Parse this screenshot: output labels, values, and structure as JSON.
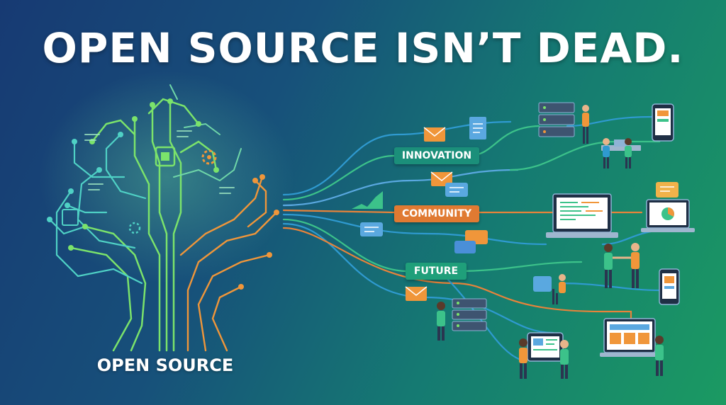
{
  "headline": "OPEN SOURCE ISN’T DEAD.",
  "tree_label": "OPEN SOURCE",
  "tags": {
    "innovation": "INNOVATION",
    "community": "COMMUNITY",
    "future": "FUTURE"
  },
  "icons": [
    "circuit-tree-icon",
    "chip-icon",
    "gear-icon",
    "server-rack-icon",
    "smartphone-icon",
    "laptop-icon",
    "monitor-icon",
    "tablet-icon",
    "envelope-icon",
    "document-icon",
    "chat-bubble-icon",
    "chart-icon",
    "person-icon"
  ],
  "colors": {
    "background_start": "#173a73",
    "background_end": "#1b9a62",
    "tree_green": "#7be36b",
    "tree_cyan": "#4fd1c5",
    "tree_orange": "#f0963a",
    "innovation_tag": "#1b8f7a",
    "community_tag": "#e07a32",
    "future_tag": "#1f9f7a"
  }
}
